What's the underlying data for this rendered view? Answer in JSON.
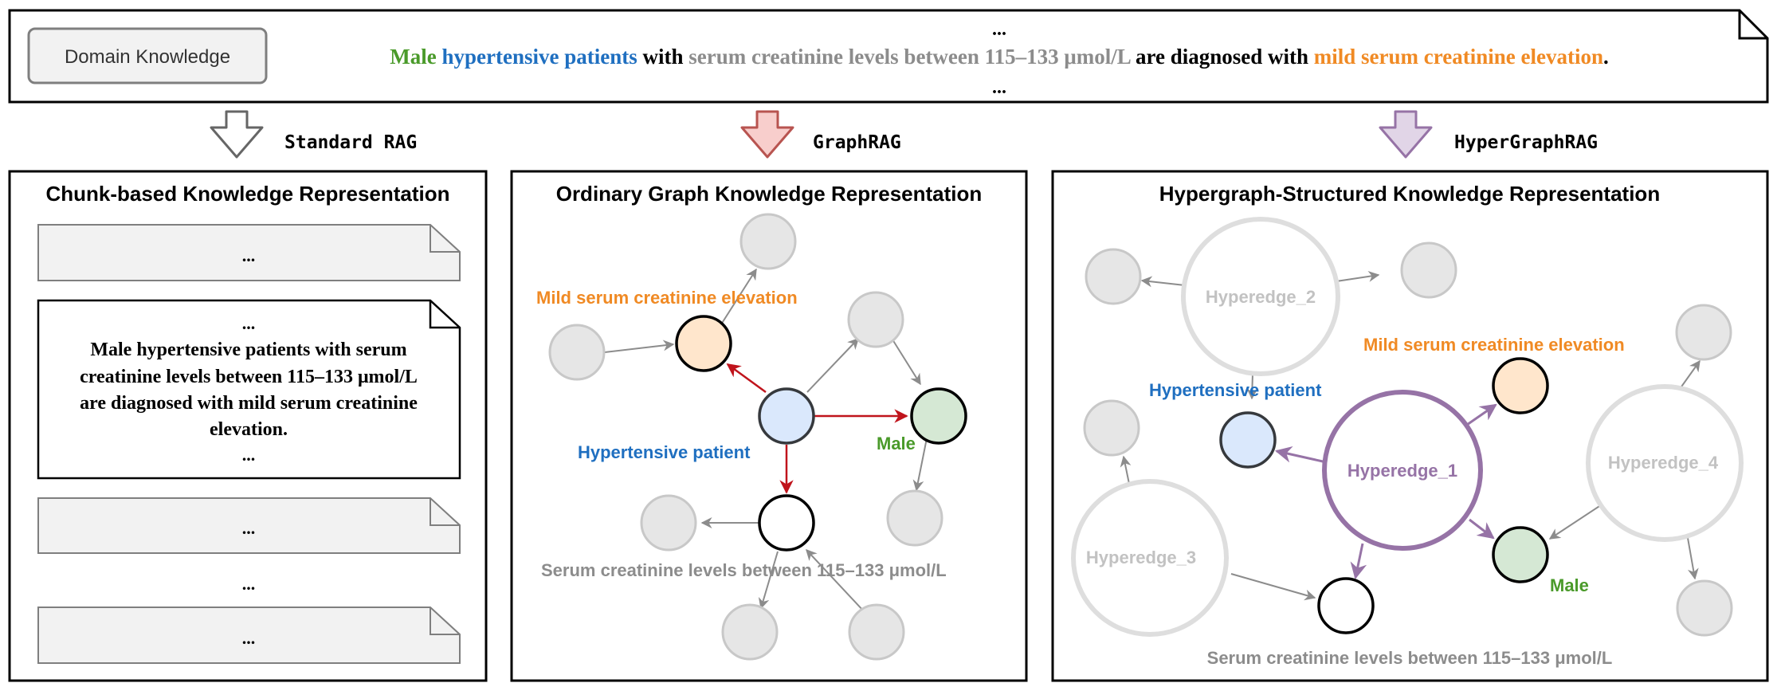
{
  "domain_knowledge": {
    "button_label": "Domain Knowledge",
    "ellipsis_top": "...",
    "ellipsis_bottom": "...",
    "sentence": [
      {
        "text": "Male",
        "color": "#4a9a2a"
      },
      {
        "text": "hypertensive patients",
        "color": "#1f6fc0"
      },
      {
        "text": "with",
        "color": "#000000"
      },
      {
        "text": "serum creatinine levels between 115–133 μmol/L",
        "color": "#8c8c8c"
      },
      {
        "text": "are diagnosed with",
        "color": "#000000"
      },
      {
        "text": "mild serum creatinine elevation",
        "color": "#f08a24"
      },
      {
        "text": ".",
        "color": "#000000"
      }
    ]
  },
  "methods": [
    {
      "label": "Standard RAG",
      "arrow_stroke": "#666666",
      "arrow_fill": "#ffffff"
    },
    {
      "label": "GraphRAG",
      "arrow_stroke": "#b85450",
      "arrow_fill": "#f8cecc"
    },
    {
      "label": "HyperGraphRAG",
      "arrow_stroke": "#9673a6",
      "arrow_fill": "#e1d5e7"
    }
  ],
  "panels": {
    "chunk": {
      "title": "Chunk-based Knowledge Representation",
      "chunks": [
        "...",
        "...",
        "..."
      ],
      "main_chunk": {
        "top": "...",
        "lines": [
          "Male hypertensive patients with serum",
          "creatinine levels between 115–133 μmol/L",
          "are diagnosed with mild serum creatinine",
          "elevation."
        ],
        "bottom": "..."
      },
      "between": "..."
    },
    "graph": {
      "title": "Ordinary Graph Knowledge Representation",
      "labels": {
        "mild": "Mild serum creatinine elevation",
        "hypertensive": "Hypertensive patient",
        "male": "Male",
        "serum": "Serum creatinine levels between 115–133 μmol/L"
      }
    },
    "hypergraph": {
      "title": "Hypergraph-Structured Knowledge Representation",
      "hyperedges": [
        "Hyperedge_1",
        "Hyperedge_2",
        "Hyperedge_3",
        "Hyperedge_4"
      ],
      "labels": {
        "mild": "Mild serum creatinine elevation",
        "hypertensive": "Hypertensive patient",
        "male": "Male",
        "serum": "Serum creatinine levels between 115–133 μmol/L"
      }
    }
  },
  "colors": {
    "male": "#4a9a2a",
    "hypertensive": "#1f6fc0",
    "serum": "#8c8c8c",
    "mild": "#f08a24",
    "hyperedge_1": "#9673a6",
    "inactive_node_fill": "#e6e6e6",
    "inactive_node_stroke": "#c8c8c8",
    "graph_active_edge": "#c0141c",
    "node_orange_fill": "#ffe6cc",
    "node_blue_fill": "#dae8fc",
    "node_green_fill": "#d5e8d4"
  }
}
